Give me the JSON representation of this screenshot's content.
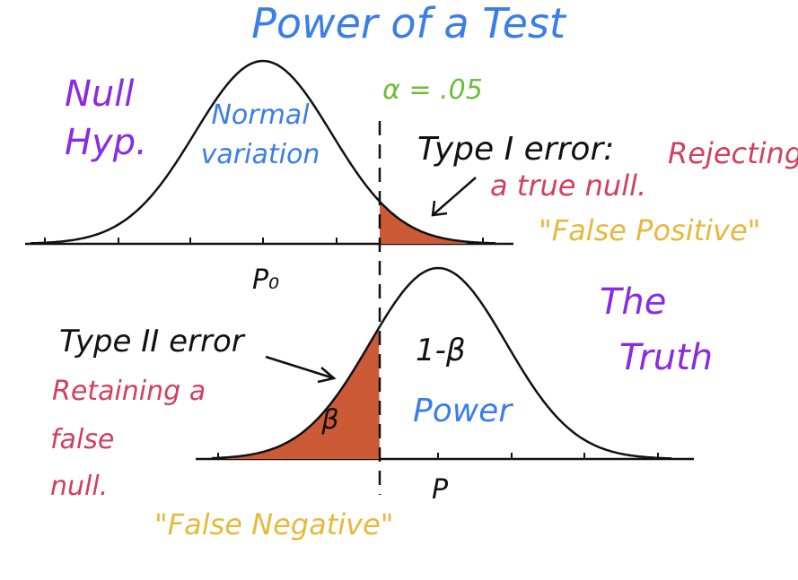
{
  "title": "Power of a Test",
  "alpha_label": "α = .05",
  "null_hypothesis": {
    "label_line1": "Null",
    "label_line2": "Hyp.",
    "center_text_line1": "Normal",
    "center_text_line2": "variation",
    "mean_label": "P₀"
  },
  "truth": {
    "label_line1": "The",
    "label_line2": "Truth",
    "mean_label": "P"
  },
  "type_one_error": {
    "heading": "Type I error:",
    "description_line1": "Rejecting",
    "description_line2": "a true null.",
    "nickname": "\"False Positive\""
  },
  "type_two_error": {
    "heading": "Type II error",
    "description_line1": "Retaining a",
    "description_line2": "false",
    "description_line3": "null.",
    "nickname": "\"False Negative\""
  },
  "beta_label": "β",
  "power_area_label": "1-β",
  "power_label": "Power",
  "colors": {
    "title": "#3a7ee8",
    "purple": "#8a2be2",
    "blue_text": "#3a7ee8",
    "green_alpha": "#6cbd3a",
    "red_text": "#d23f5e",
    "yellow_text": "#e6b93c",
    "shading": "#cc5a37",
    "ink": "#111111"
  }
}
